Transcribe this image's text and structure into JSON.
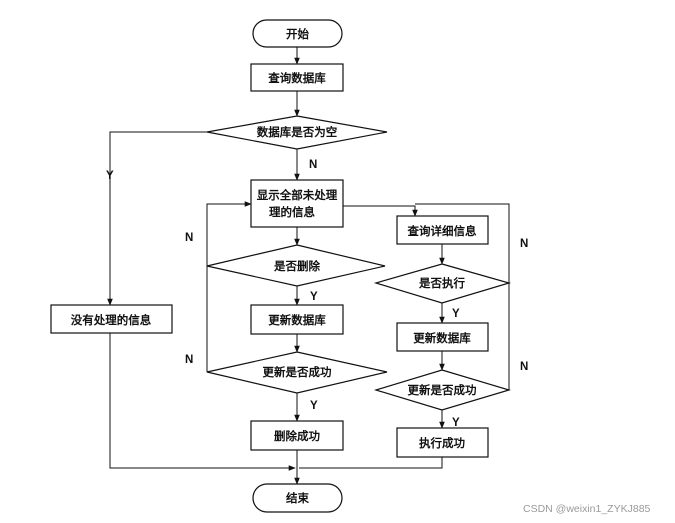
{
  "nodes": {
    "start": "开始",
    "query_db": "查询数据库",
    "db_empty": "数据库是否为空",
    "no_info": "没有处理的信息",
    "show_all_line1": "显示全部未处理",
    "show_all_line2": "理的信息",
    "is_delete": "是否删除",
    "update_db_left": "更新数据库",
    "update_ok_left": "更新是否成功",
    "delete_ok": "删除成功",
    "query_detail": "查询详细信息",
    "is_execute": "是否执行",
    "update_db_right": "更新数据库",
    "update_ok_right": "更新是否成功",
    "execute_ok": "执行成功",
    "end": "结束"
  },
  "edge_labels": {
    "db_empty_yes": "Y",
    "db_empty_no": "N",
    "delete_no": "N",
    "delete_yes": "Y",
    "update_left_no": "N",
    "update_left_yes": "Y",
    "execute_no": "N",
    "execute_yes": "Y",
    "update_right_no": "N",
    "update_right_yes": "Y"
  },
  "watermark": "CSDN @weixin1_ZYKJ885"
}
